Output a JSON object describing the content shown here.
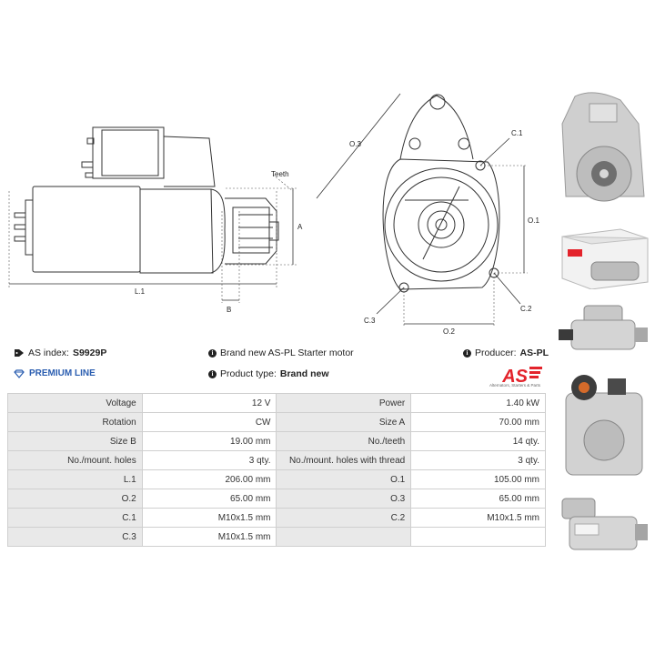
{
  "drawing": {
    "labels": {
      "teeth": "Teeth",
      "a": "A",
      "b": "B",
      "l1": "L.1",
      "o1": "O.1",
      "o2": "O.2",
      "o3": "O.3",
      "c1": "C.1",
      "c2": "C.2",
      "c3": "C.3"
    }
  },
  "info": {
    "as_index_label": "AS index:",
    "as_index_value": "S9929P",
    "description": "Brand new AS-PL Starter motor",
    "producer_label": "Producer:",
    "producer_value": "AS-PL",
    "premium_line": "PREMIUM LINE",
    "product_type_label": "Product type:",
    "product_type_value": "Brand new"
  },
  "logo": {
    "text": "AS",
    "tagline": "Alternators, Starters & Parts",
    "colors": {
      "brand_red": "#e3232b",
      "premium_blue": "#2a5db0"
    }
  },
  "specs": [
    [
      {
        "label": "Voltage",
        "value": "12 V"
      },
      {
        "label": "Power",
        "value": "1.40 kW"
      }
    ],
    [
      {
        "label": "Rotation",
        "value": "CW"
      },
      {
        "label": "Size A",
        "value": "70.00 mm"
      }
    ],
    [
      {
        "label": "Size B",
        "value": "19.00 mm"
      },
      {
        "label": "No./teeth",
        "value": "14 qty."
      }
    ],
    [
      {
        "label": "No./mount. holes",
        "value": "3 qty."
      },
      {
        "label": "No./mount. holes with thread",
        "value": "3 qty."
      }
    ],
    [
      {
        "label": "L.1",
        "value": "206.00 mm"
      },
      {
        "label": "O.1",
        "value": "105.00 mm"
      }
    ],
    [
      {
        "label": "O.2",
        "value": "65.00 mm"
      },
      {
        "label": "O.3",
        "value": "65.00 mm"
      }
    ],
    [
      {
        "label": "C.1",
        "value": "M10x1.5 mm"
      },
      {
        "label": "C.2",
        "value": "M10x1.5 mm"
      }
    ],
    [
      {
        "label": "C.3",
        "value": "M10x1.5 mm"
      },
      {
        "label": "",
        "value": ""
      }
    ]
  ]
}
